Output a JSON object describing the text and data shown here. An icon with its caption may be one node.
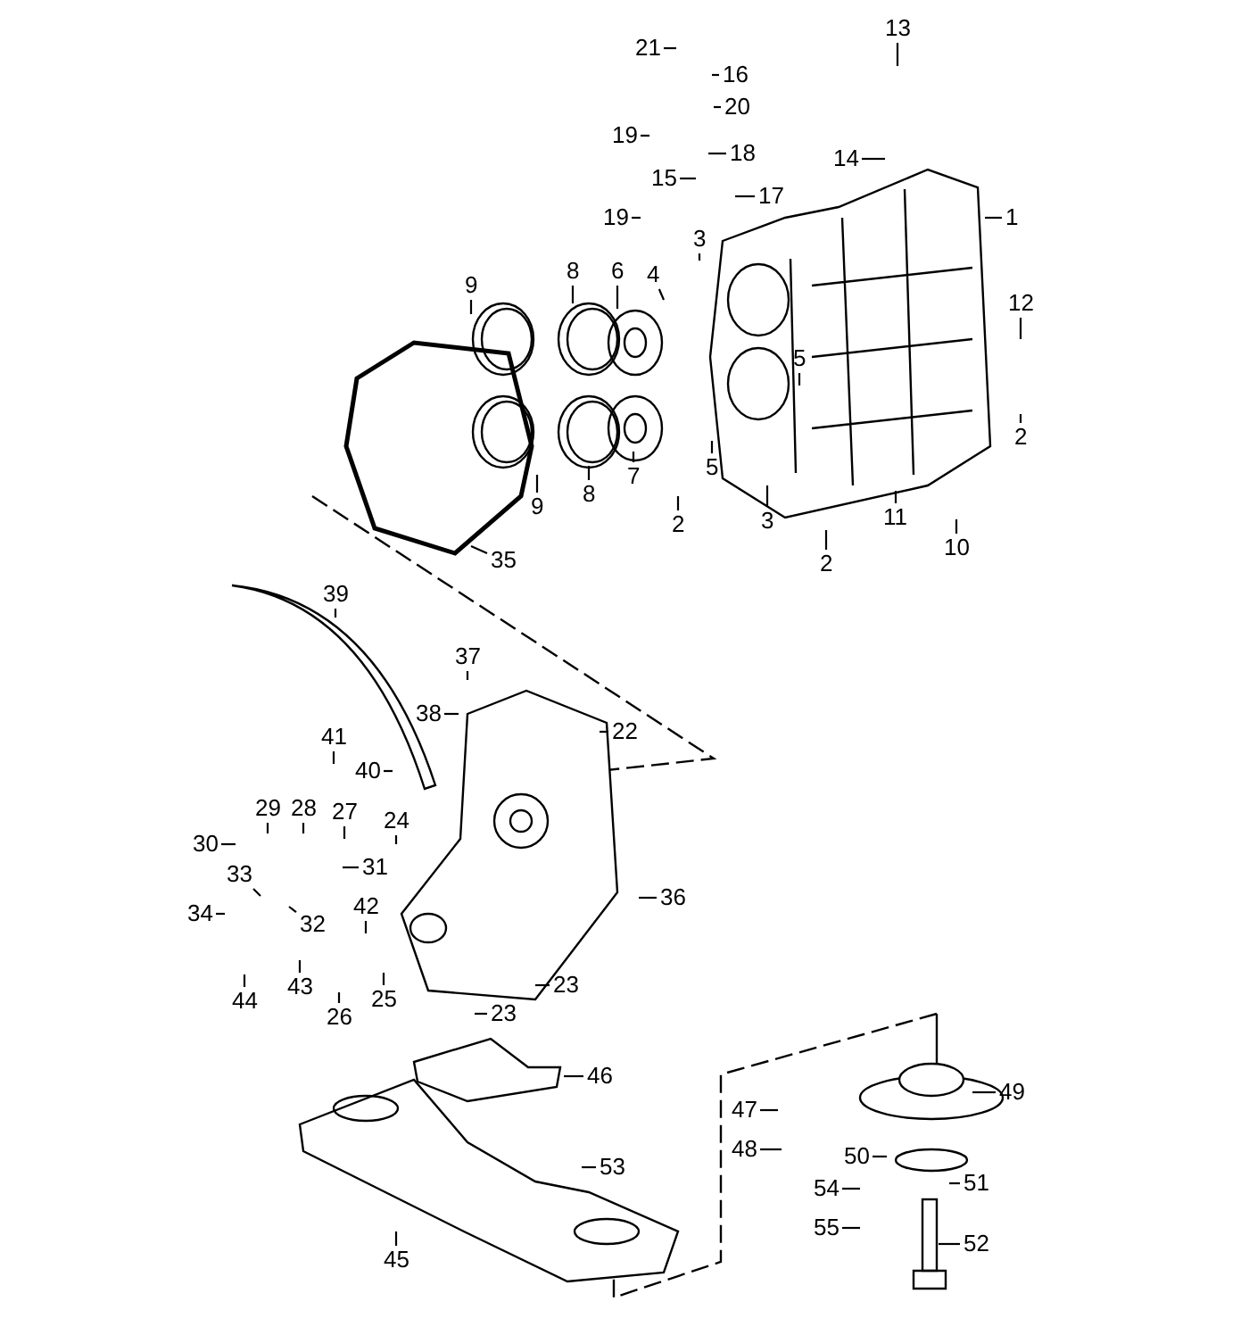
{
  "diagram": {
    "nodes": [
      {
        "text": [
          "21"
        ]
      },
      {
        "text": [
          "16"
        ]
      },
      {
        "text": [
          "13"
        ]
      },
      {
        "text": [
          "20"
        ]
      },
      {
        "text": [
          "19"
        ]
      },
      {
        "text": [
          "18"
        ]
      },
      {
        "text": [
          "14"
        ]
      },
      {
        "text": [
          "15"
        ]
      },
      {
        "text": [
          "17"
        ]
      },
      {
        "text": [
          "19"
        ]
      },
      {
        "text": [
          "1"
        ]
      },
      {
        "text": [
          "3"
        ]
      },
      {
        "text": [
          "4"
        ]
      },
      {
        "text": [
          "9"
        ]
      },
      {
        "text": [
          "8"
        ]
      },
      {
        "text": [
          "6"
        ]
      },
      {
        "text": [
          "12"
        ]
      },
      {
        "text": [
          "5"
        ]
      },
      {
        "text": [
          "2"
        ]
      },
      {
        "text": [
          "7"
        ]
      },
      {
        "text": [
          "5"
        ]
      },
      {
        "text": [
          "8"
        ]
      },
      {
        "text": [
          "9"
        ]
      },
      {
        "text": [
          "11"
        ]
      },
      {
        "text": [
          "3"
        ]
      },
      {
        "text": [
          "2"
        ]
      },
      {
        "text": [
          "10"
        ]
      },
      {
        "text": [
          "35"
        ]
      },
      {
        "text": [
          "2"
        ]
      },
      {
        "text": [
          "39"
        ]
      },
      {
        "text": [
          "37"
        ]
      },
      {
        "text": [
          "38"
        ]
      },
      {
        "text": [
          "22"
        ]
      },
      {
        "text": [
          "41"
        ]
      },
      {
        "text": [
          "40"
        ]
      },
      {
        "text": [
          "29"
        ]
      },
      {
        "text": [
          "28"
        ]
      },
      {
        "text": [
          "27"
        ]
      },
      {
        "text": [
          "24"
        ]
      },
      {
        "text": [
          "30"
        ]
      },
      {
        "text": [
          "33"
        ]
      },
      {
        "text": [
          "31"
        ]
      },
      {
        "text": [
          "34"
        ]
      },
      {
        "text": [
          "32"
        ]
      },
      {
        "text": [
          "42"
        ]
      },
      {
        "text": [
          "36"
        ]
      },
      {
        "text": [
          "43"
        ]
      },
      {
        "text": [
          "25"
        ]
      },
      {
        "text": [
          "44"
        ]
      },
      {
        "text": [
          "23"
        ]
      },
      {
        "text": [
          "26"
        ]
      },
      {
        "text": [
          "23"
        ]
      },
      {
        "text": [
          "46"
        ]
      },
      {
        "text": [
          "49"
        ]
      },
      {
        "text": [
          "47"
        ]
      },
      {
        "text": [
          "48"
        ]
      },
      {
        "text": [
          "50"
        ]
      },
      {
        "text": [
          "53"
        ]
      },
      {
        "text": [
          "51"
        ]
      },
      {
        "text": [
          "54"
        ]
      },
      {
        "text": [
          "55"
        ]
      },
      {
        "text": [
          "52"
        ]
      },
      {
        "text": [
          "45"
        ]
      },
      {
        "text": [],
        "shape": "picture"
      }
    ],
    "edges": [
      {
        "from": 0,
        "to": null,
        "arrow": "none"
      },
      {
        "from": 1,
        "to": null,
        "arrow": "none"
      },
      {
        "from": 2,
        "to": null,
        "arrow": "none"
      },
      {
        "from": 3,
        "to": null,
        "arrow": "none"
      },
      {
        "from": 4,
        "to": null,
        "arrow": "none"
      },
      {
        "from": 5,
        "to": null,
        "arrow": "none"
      },
      {
        "from": 6,
        "to": null,
        "arrow": "none"
      },
      {
        "from": 7,
        "to": null,
        "arrow": "none"
      },
      {
        "from": 8,
        "to": null,
        "arrow": "none"
      },
      {
        "from": 9,
        "to": null,
        "arrow": "none"
      },
      {
        "from": 10,
        "to": null,
        "arrow": "none"
      },
      {
        "from": 11,
        "to": null,
        "arrow": "none"
      },
      {
        "from": 12,
        "to": null,
        "arrow": "none"
      },
      {
        "from": 13,
        "to": null,
        "arrow": "none"
      },
      {
        "from": 14,
        "to": null,
        "arrow": "none"
      },
      {
        "from": 15,
        "to": null,
        "arrow": "none"
      },
      {
        "from": 16,
        "to": null,
        "arrow": "none"
      },
      {
        "from": 17,
        "to": null,
        "arrow": "none"
      },
      {
        "from": 18,
        "to": null,
        "arrow": "none"
      },
      {
        "from": 19,
        "to": null,
        "arrow": "none"
      },
      {
        "from": 20,
        "to": null,
        "arrow": "none"
      },
      {
        "from": 21,
        "to": null,
        "arrow": "none"
      },
      {
        "from": 22,
        "to": null,
        "arrow": "none"
      },
      {
        "from": 23,
        "to": null,
        "arrow": "none"
      },
      {
        "from": 24,
        "to": null,
        "arrow": "none"
      },
      {
        "from": 25,
        "to": null,
        "arrow": "none"
      },
      {
        "from": 26,
        "to": null,
        "arrow": "none"
      },
      {
        "from": 27,
        "to": 63,
        "arrow": "none"
      },
      {
        "from": 28,
        "to": null,
        "arrow": "none"
      },
      {
        "from": 29,
        "to": null,
        "arrow": "none"
      },
      {
        "from": 30,
        "to": null,
        "arrow": "none"
      },
      {
        "from": 31,
        "to": null,
        "arrow": "none"
      },
      {
        "from": 32,
        "to": null,
        "arrow": "none"
      },
      {
        "from": 33,
        "to": null,
        "arrow": "none"
      },
      {
        "from": 34,
        "to": null,
        "arrow": "none"
      },
      {
        "from": 35,
        "to": null,
        "arrow": "none"
      },
      {
        "from": 36,
        "to": null,
        "arrow": "none"
      },
      {
        "from": 37,
        "to": null,
        "arrow": "none"
      },
      {
        "from": 38,
        "to": null,
        "arrow": "none"
      },
      {
        "from": 39,
        "to": null,
        "arrow": "none"
      },
      {
        "from": 40,
        "to": null,
        "arrow": "none"
      },
      {
        "from": 41,
        "to": null,
        "arrow": "none"
      },
      {
        "from": 42,
        "to": null,
        "arrow": "none"
      },
      {
        "from": 43,
        "to": null,
        "arrow": "none"
      },
      {
        "from": 44,
        "to": null,
        "arrow": "none"
      },
      {
        "from": 45,
        "to": null,
        "arrow": "none"
      },
      {
        "from": 46,
        "to": null,
        "arrow": "none"
      },
      {
        "from": 47,
        "to": null,
        "arrow": "none"
      },
      {
        "from": 48,
        "to": null,
        "arrow": "none"
      },
      {
        "from": 49,
        "to": null,
        "arrow": "none"
      },
      {
        "from": 50,
        "to": null,
        "arrow": "none"
      },
      {
        "from": 51,
        "to": null,
        "arrow": "none"
      },
      {
        "from": 52,
        "to": null,
        "arrow": "none"
      },
      {
        "from": 53,
        "to": null,
        "arrow": "none"
      },
      {
        "from": 54,
        "to": null,
        "arrow": "none"
      },
      {
        "from": 55,
        "to": null,
        "arrow": "none"
      },
      {
        "from": 56,
        "to": null,
        "arrow": "none"
      },
      {
        "from": 57,
        "to": null,
        "arrow": "none"
      },
      {
        "from": 58,
        "to": null,
        "arrow": "none"
      },
      {
        "from": 59,
        "to": null,
        "arrow": "none"
      },
      {
        "from": 60,
        "to": null,
        "arrow": "none"
      },
      {
        "from": 61,
        "to": null,
        "arrow": "none"
      },
      {
        "from": 62,
        "to": null,
        "arrow": "none"
      }
    ]
  }
}
